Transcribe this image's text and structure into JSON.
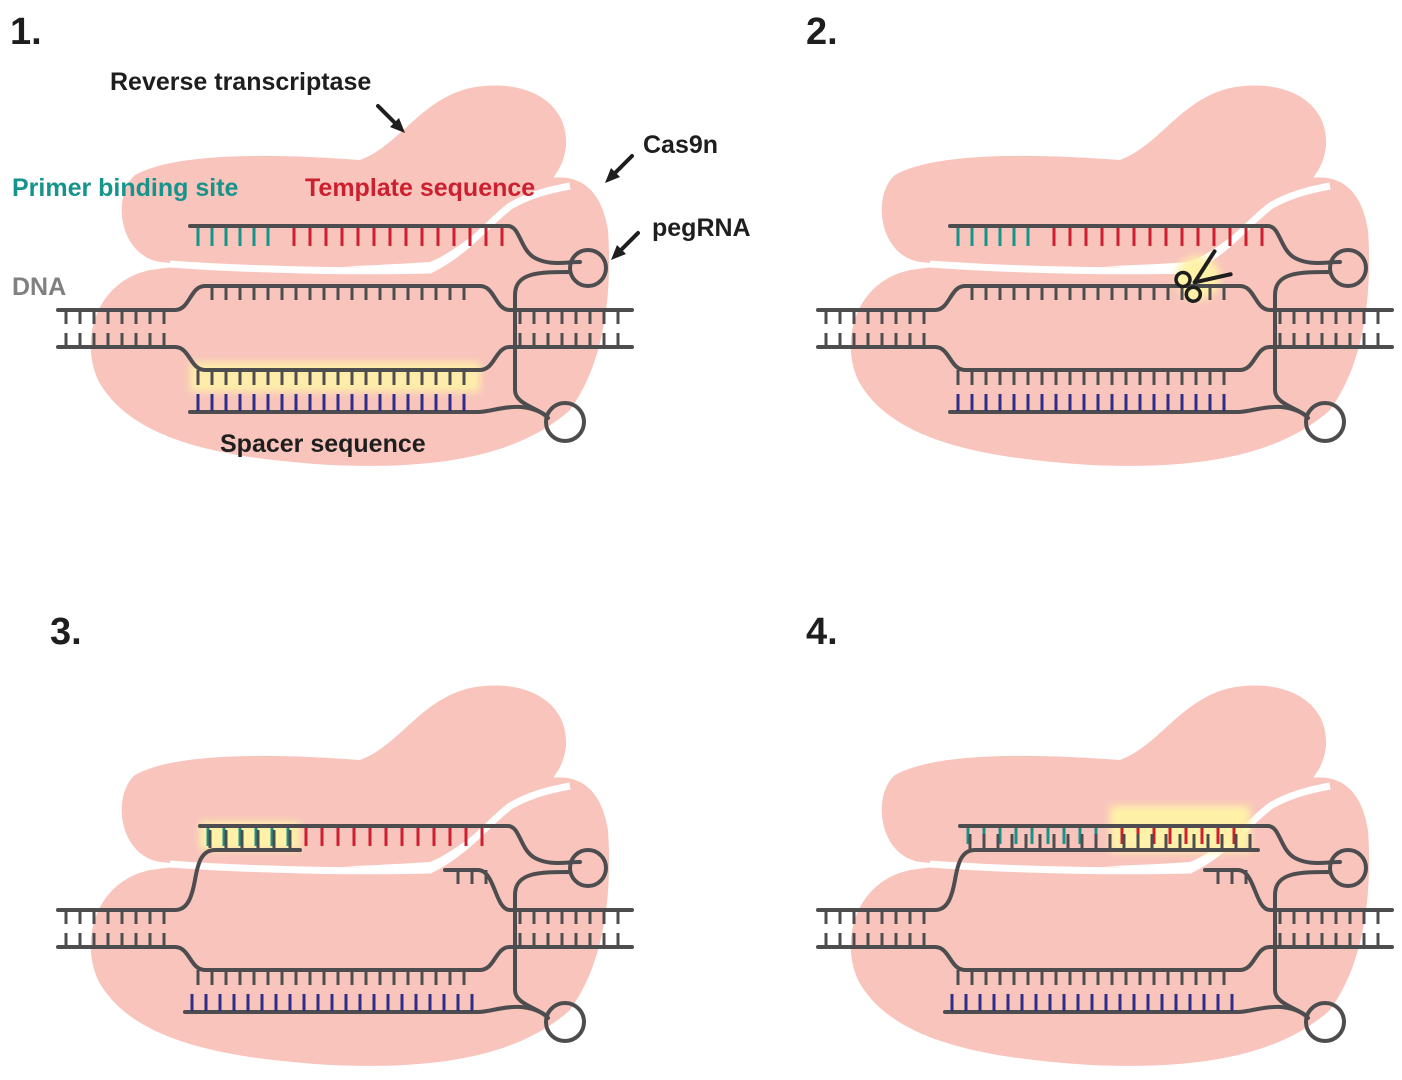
{
  "panels": [
    {
      "number": "1."
    },
    {
      "number": "2."
    },
    {
      "number": "3."
    },
    {
      "number": "4."
    }
  ],
  "labels": {
    "reverse_transcriptase": "Reverse transcriptase",
    "cas9n": "Cas9n",
    "pegrna": "pegRNA",
    "primer_binding_site": "Primer binding site",
    "template_sequence": "Template sequence",
    "dna": "DNA",
    "spacer_sequence": "Spacer sequence"
  },
  "colors": {
    "protein": "#f8c4bc",
    "strand": "#4d4d4f",
    "primer_binding_site": "#16948c",
    "template_sequence": "#cc1f2f",
    "spacer_sequence": "#2e2e8c",
    "dna_label": "#808080",
    "highlight": "#fff2a8",
    "text": "#1e1e1e"
  },
  "icons": {
    "nick": "scissors-icon",
    "pointer": "arrow-icon"
  }
}
